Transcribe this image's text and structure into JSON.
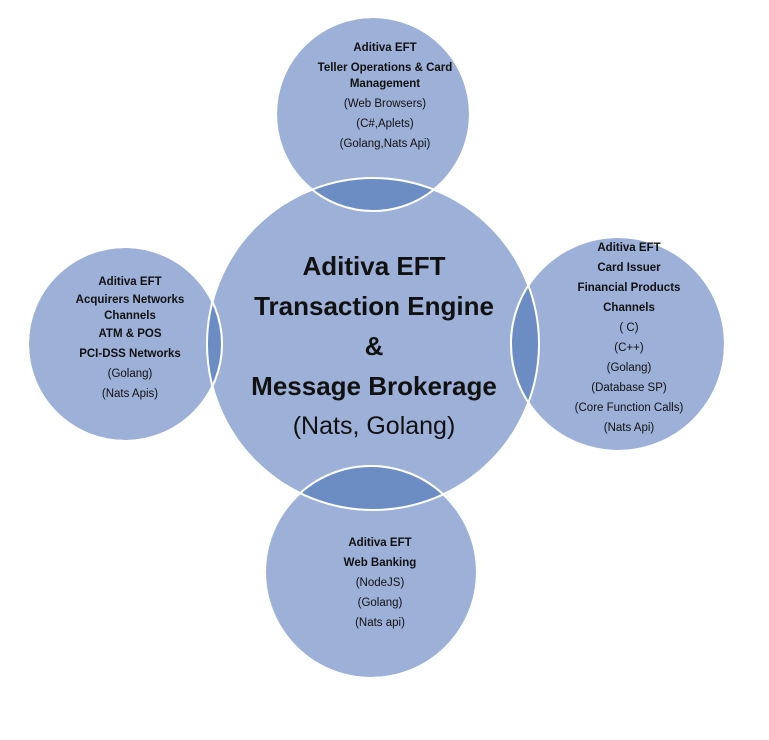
{
  "colors": {
    "circle_fill": "#9cb0d8",
    "overlap_fill": "#6b8dc3",
    "circle_stroke": "#ffffff"
  },
  "center": {
    "line1": "Aditiva EFT",
    "line2": "Transaction Engine",
    "line3": "&",
    "line4": "Message Brokerage",
    "line5": "(Nats, Golang)"
  },
  "top": {
    "line1": "Aditiva EFT",
    "line2": "Teller Operations  & Card Management",
    "line3": "(Web Browsers)",
    "line4": "(C#,Aplets)",
    "line5": "(Golang,Nats Api)"
  },
  "left": {
    "line1": "Aditiva EFT",
    "line2": "Acquirers  Networks",
    "line3": "Channels",
    "line4": "ATM & POS",
    "line5": "PCI-DSS Networks",
    "line6": "(Golang)",
    "line7": "(Nats Apis)"
  },
  "right": {
    "line1": "Aditiva EFT",
    "line2": "Card Issuer",
    "line3": "Financial Products",
    "line4": "Channels",
    "line5": "( C)",
    "line6": "(C++)",
    "line7": "(Golang)",
    "line8": "(Database SP)",
    "line9": "(Core Function Calls)",
    "line10": "(Nats Api)"
  },
  "bottom": {
    "line1": "Aditiva EFT",
    "line2": "Web Banking",
    "line3": "(NodeJS)",
    "line4": "(Golang)",
    "line5": "(Nats api)"
  }
}
